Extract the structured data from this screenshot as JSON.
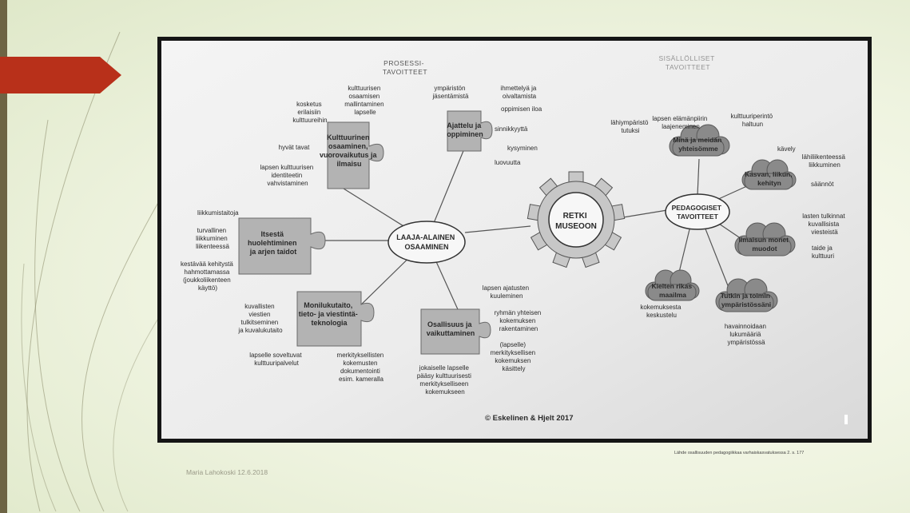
{
  "slide": {
    "author_date": "Maria Lahokoski 12.6.2018",
    "source": "Lähde osallisuuden pedagogiikkaa varhaiskasvatuksessa 2. s. 177",
    "colors": {
      "background": "#eef3df",
      "accent_arrow": "#b8301a",
      "sidebar": "#6d6444"
    }
  },
  "diagram": {
    "headers": {
      "process": [
        "PROSESSI-",
        "TAVOITTEET"
      ],
      "content": [
        "SISÄLLÖLLISET",
        "TAVOITTEET"
      ]
    },
    "hubs": {
      "laaja": [
        "LAAJA-ALAINEN",
        "OSAAMINEN"
      ],
      "retki": [
        "RETKI",
        "MUSEOON"
      ],
      "pedagogiset": [
        "PEDAGOGISET",
        "TAVOITTEET"
      ]
    },
    "puzzles": {
      "kulttuurinen": [
        "Kulttuurinen",
        "osaaminen,",
        "vuorovaikutus ja",
        "ilmaisu"
      ],
      "ajattelu": [
        "Ajattelu ja",
        "oppiminen"
      ],
      "itsesta": [
        "Itsestä",
        "huolehtiminen",
        "ja arjen taidot"
      ],
      "monilukutaito": [
        "Monilukutaito,",
        "tieto- ja viestintä-",
        "teknologia"
      ],
      "osallisuus": [
        "Osallisuus ja",
        "vaikuttaminen"
      ]
    },
    "clouds": {
      "mina": [
        "Minä ja meidän",
        "yhteisömme"
      ],
      "kasvan": [
        "Kasvan, liikun,",
        "kehityn"
      ],
      "ilmaisun": [
        "Ilmaisun monet",
        "muodot"
      ],
      "kielten": [
        "Kielten rikas",
        "maailma"
      ],
      "tutkin": [
        "Tutkin ja toimin",
        "ympäristössäni"
      ]
    },
    "notes": {
      "kosketus": [
        "kosketus",
        "erilaisiin",
        "kulttuureihin"
      ],
      "kulttuurisen_osaamisen": [
        "kulttuurisen",
        "osaamisen",
        "mallintaminen",
        "lapselle"
      ],
      "hyvat_tavat": [
        "hyvät tavat"
      ],
      "identiteetti": [
        "lapsen kulttuurisen",
        "identiteetin",
        "vahvistaminen"
      ],
      "ymparistonjasentaminen": [
        "ympäristön",
        "jäsentämistä"
      ],
      "ihmettelya": [
        "ihmettelyä ja",
        "oivaltamista"
      ],
      "oppimisen_ilo": [
        "oppimisen iloa"
      ],
      "sinnikkyytta": [
        "sinnikkyyttä"
      ],
      "kysyminen": [
        "kysyminen"
      ],
      "luovuutta": [
        "luovuutta"
      ],
      "liikkumistaitoja": [
        "liikkumistaitoja"
      ],
      "turvallinen": [
        "turvallinen",
        "liikkuminen",
        "liikenteessä"
      ],
      "kestavaa": [
        "kestävää kehitystä",
        "hahmottamassa",
        "(joukkoliikenteen",
        "käyttö)"
      ],
      "kuvallisten": [
        "kuvallisten",
        "viestien",
        "tulkitseminen",
        "ja kuvalukutaito"
      ],
      "kulttuuripalvelut": [
        "lapselle soveltuvat",
        "kulttuuripalvelut"
      ],
      "merkityksellisten": [
        "merkityksellisten",
        "kokemusten",
        "dokumentointi",
        "esim. kameralla"
      ],
      "ajatusten": [
        "lapsen ajatusten",
        "kuuleminen"
      ],
      "ryhman": [
        "ryhmän yhteisen",
        "kokemuksen",
        "rakentaminen"
      ],
      "lapselle_merkityksellisen": [
        "(lapselle)",
        "merkityksellisen",
        "kokemuksen",
        "käsittely"
      ],
      "jokaiselle": [
        "jokaiselle lapselle",
        "pääsy kulttuurisesti",
        "merkitykselliseen",
        "kokemukseen"
      ],
      "elinpiiri": [
        "lapsen elämänpiirin",
        "laajeneminen"
      ],
      "lahiymparisto": [
        "lähiympäristö",
        "tutuksi"
      ],
      "kulttuuriperinto": [
        "kulttuuriperintö",
        "haltuun"
      ],
      "kavely": [
        "kävely"
      ],
      "lahiliikenteessa": [
        "lähiliikenteessä",
        "liikkuminen"
      ],
      "saannot": [
        "säännöt"
      ],
      "tulkinnat": [
        "lasten tulkinnat",
        "kuvallisista",
        "viesteistä"
      ],
      "taide": [
        "taide ja",
        "kulttuuri"
      ],
      "kokemuksesta": [
        "kokemuksesta",
        "keskustelu"
      ],
      "havainnoidaan": [
        "havainnoidaan",
        "lukumääriä",
        "ympäristössä"
      ]
    },
    "copyright": "© Eskelinen & Hjelt 2017"
  }
}
